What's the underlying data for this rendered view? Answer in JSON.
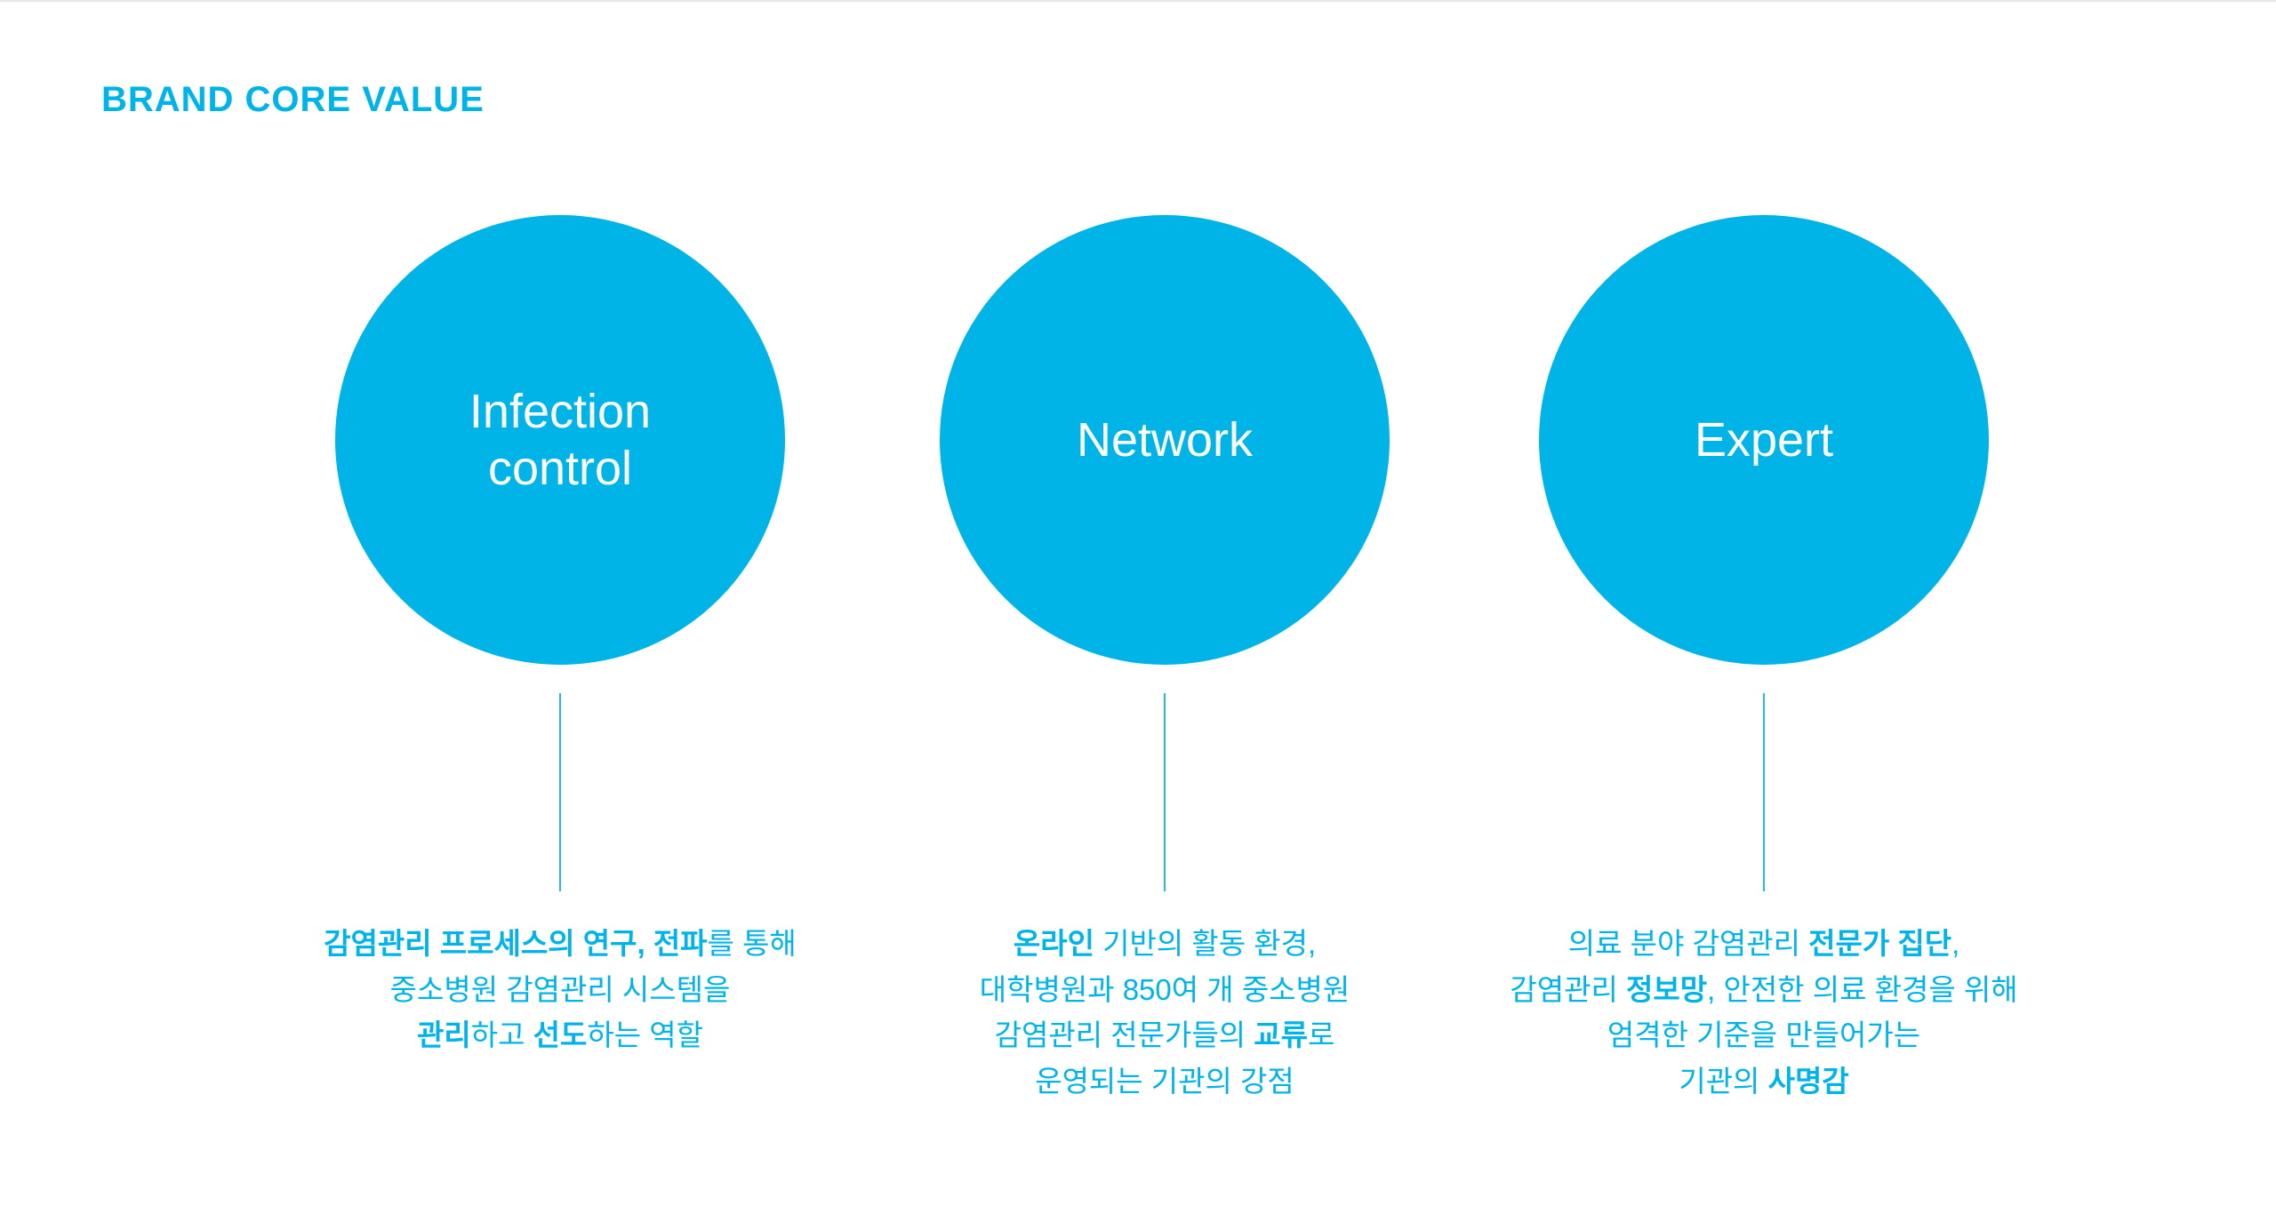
{
  "title": "BRAND CORE VALUE",
  "values": [
    {
      "name": "Infection control",
      "lines": [
        [
          {
            "t": "감염관리 프로세스의 연구, 전파",
            "b": true
          },
          {
            "t": "를 통해",
            "b": false
          }
        ],
        [
          {
            "t": "중소병원 감염관리 시스템을",
            "b": false
          }
        ],
        [
          {
            "t": "관리",
            "b": true
          },
          {
            "t": "하고 ",
            "b": false
          },
          {
            "t": "선도",
            "b": true
          },
          {
            "t": "하는 역할",
            "b": false
          }
        ]
      ]
    },
    {
      "name": "Network",
      "lines": [
        [
          {
            "t": "온라인",
            "b": true
          },
          {
            "t": " 기반의 활동 환경,",
            "b": false
          }
        ],
        [
          {
            "t": "대학병원과 850여 개 중소병원",
            "b": false
          }
        ],
        [
          {
            "t": "감염관리 전문가들의 ",
            "b": false
          },
          {
            "t": "교류",
            "b": true
          },
          {
            "t": "로",
            "b": false
          }
        ],
        [
          {
            "t": "운영되는 기관의 강점",
            "b": false
          }
        ]
      ]
    },
    {
      "name": "Expert",
      "lines": [
        [
          {
            "t": "의료 분야 감염관리 ",
            "b": false
          },
          {
            "t": "전문가 집단",
            "b": true
          },
          {
            "t": ",",
            "b": false
          }
        ],
        [
          {
            "t": "감염관리 ",
            "b": false
          },
          {
            "t": "정보망",
            "b": true
          },
          {
            "t": ", 안전한 의료 환경을 위해",
            "b": false
          }
        ],
        [
          {
            "t": "엄격한 기준을 만들어가는",
            "b": false
          }
        ],
        [
          {
            "t": "기관의 ",
            "b": false
          },
          {
            "t": "사명감",
            "b": true
          }
        ]
      ]
    }
  ],
  "colors": {
    "accent": "#00b4e8",
    "background": "#ffffff"
  }
}
